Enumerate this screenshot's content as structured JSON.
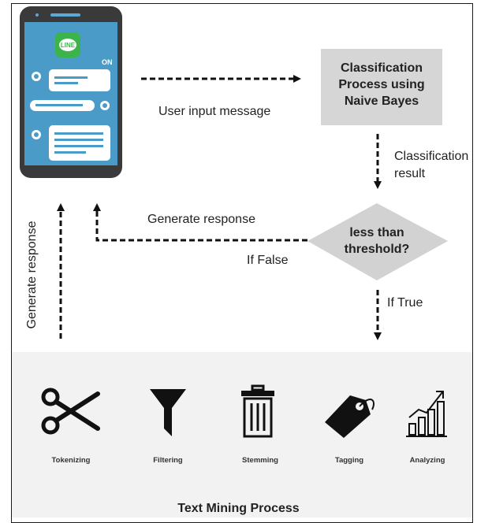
{
  "phone": {
    "app_badge": "LINE",
    "on_label": "ON"
  },
  "classification_box": {
    "line1": "Classification",
    "line2": "Process using",
    "line3": "Naive Bayes"
  },
  "edges": {
    "user_input": "User input message",
    "classification_result_line1": "Classification",
    "classification_result_line2": "result",
    "generate_response_left": "Generate response",
    "generate_response_vertical": "Generate response",
    "if_false": "If False",
    "if_true": "If True"
  },
  "decision": {
    "line1": "less than",
    "line2": "threshold?"
  },
  "text_mining": {
    "title": "Text Mining Process",
    "steps": [
      {
        "label": "Tokenizing",
        "icon": "scissors-icon"
      },
      {
        "label": "Filtering",
        "icon": "funnel-icon"
      },
      {
        "label": "Stemming",
        "icon": "trash-bin-icon"
      },
      {
        "label": "Tagging",
        "icon": "tag-icon"
      },
      {
        "label": "Analyzing",
        "icon": "growth-chart-icon"
      }
    ]
  },
  "colors": {
    "phone_body": "#3a3a3a",
    "phone_screen": "#4a9bc7",
    "line_green": "#3bb54a",
    "process_box": "#d6d6d6",
    "decision_fill": "#d2d2d2",
    "panel_bg": "#f2f2f2",
    "arrow": "#111111"
  }
}
